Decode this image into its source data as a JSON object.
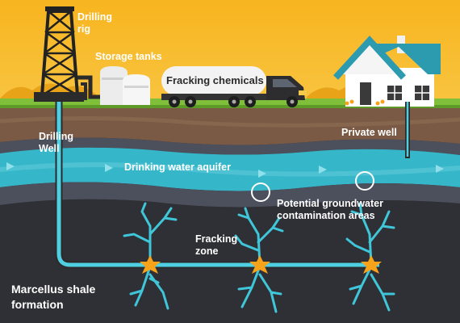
{
  "labels": {
    "drilling_rig": [
      "Drilling",
      "rig"
    ],
    "storage_tanks": "Storage tanks",
    "fracking_chemicals": "Fracking chemicals",
    "drilling_well": [
      "Drilling",
      "Well"
    ],
    "private_well": "Private well",
    "aquifer": "Drinking water aquifer",
    "contamination": [
      "Potential groundwater",
      "contamination areas"
    ],
    "fracking_zone": [
      "Fracking",
      "zone"
    ],
    "shale": [
      "Marcellus shale",
      "formation"
    ]
  },
  "colors": {
    "sky": "#f6b624",
    "grass": "#7fbf3a",
    "soil": "#7a5a44",
    "rock": "#4c4f5c",
    "aquifer": "#35b7c9",
    "shale": "#2f2f36",
    "pipe": "#4fd0e2",
    "frack_flash": "#f7a21b"
  }
}
